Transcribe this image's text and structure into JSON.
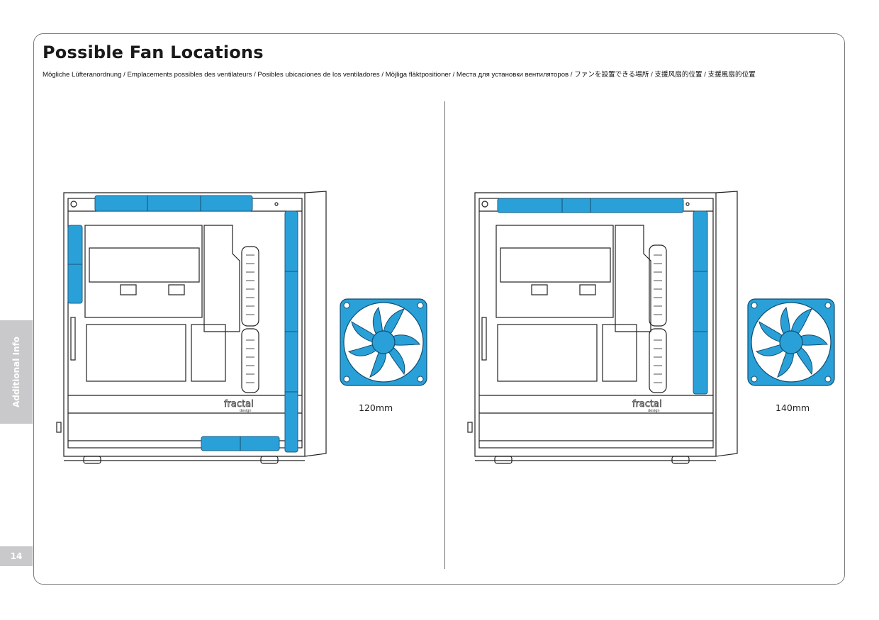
{
  "page": {
    "title": "Possible Fan Locations",
    "subtitle": "Mögliche Lüfteranordnung / Emplacements possibles des ventilateurs / Posibles ubicaciones de los ventiladores / Möjliga fläktpositioner / Места для установки вентиляторов / ファンを設置できる場所 / 支援风扇的位置 / 支援風扇的位置",
    "side_tab": "Additional Info",
    "page_number": "14"
  },
  "left_panel": {
    "fan_size_label": "120mm",
    "case_logo": "fractal",
    "case_logo_sub": "design"
  },
  "right_panel": {
    "fan_size_label": "140mm",
    "case_logo": "fractal",
    "case_logo_sub": "design"
  },
  "colors": {
    "fan_blue": "#2aa0d8",
    "fan_blue_dark": "#1b7fb0",
    "line": "#222222",
    "tab_gray": "#c9c9cb"
  }
}
